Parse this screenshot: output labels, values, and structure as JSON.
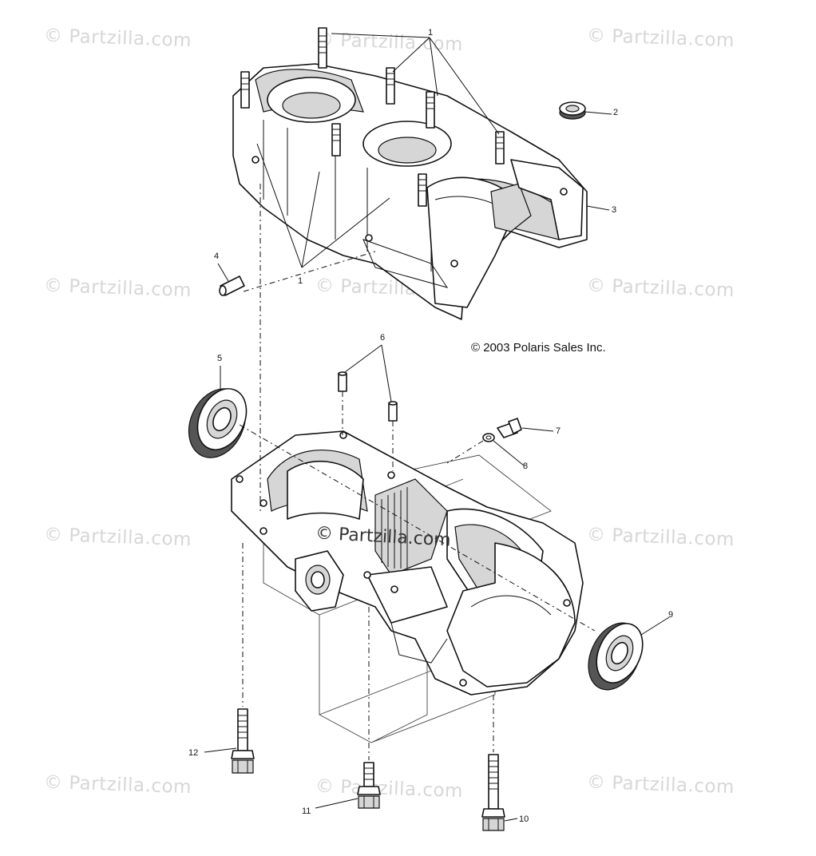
{
  "diagram": {
    "copyright": "© 2003 Polaris Sales Inc.",
    "watermark": "© Partzilla.com",
    "center_watermark": "© Partzilla.com",
    "callouts": {
      "c1_top": "1",
      "c1_bottom": "1",
      "c2": "2",
      "c3": "3",
      "c4": "4",
      "c5": "5",
      "c6": "6",
      "c7": "7",
      "c8": "8",
      "c9": "9",
      "c10": "10",
      "c11": "11",
      "c12": "12"
    }
  }
}
